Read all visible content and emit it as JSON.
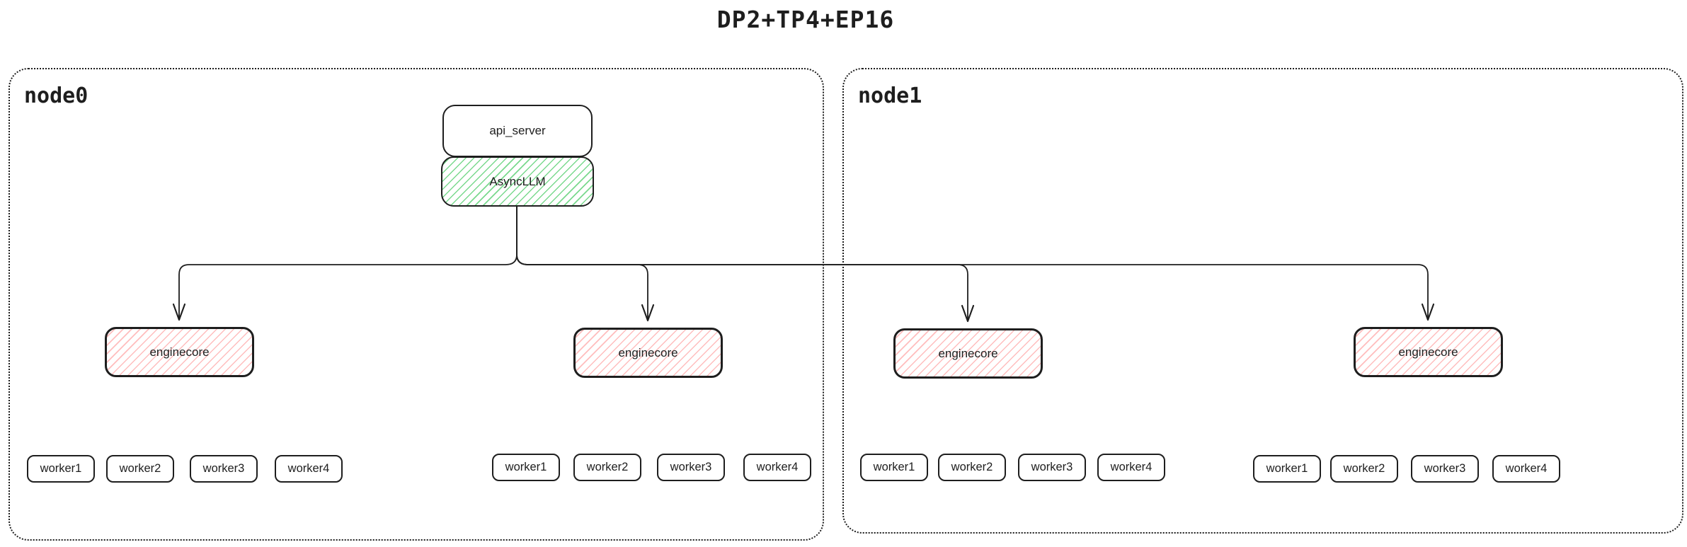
{
  "title": "DP2+TP4+EP16",
  "colors": {
    "stroke": "#1e1e1e",
    "background": "#ffffff",
    "async_llm_hatch": "#7ad98e",
    "enginecore_hatch": "#ffbdbd"
  },
  "api_server_label": "api_server",
  "async_llm_label": "AsyncLLM",
  "nodes": [
    {
      "label": "node0",
      "enginecores": [
        {
          "label": "enginecore",
          "workers": [
            "worker1",
            "worker2",
            "worker3",
            "worker4"
          ]
        },
        {
          "label": "enginecore",
          "workers": [
            "worker1",
            "worker2",
            "worker3",
            "worker4"
          ]
        }
      ]
    },
    {
      "label": "node1",
      "enginecores": [
        {
          "label": "enginecore",
          "workers": [
            "worker1",
            "worker2",
            "worker3",
            "worker4"
          ]
        },
        {
          "label": "enginecore",
          "workers": [
            "worker1",
            "worker2",
            "worker3",
            "worker4"
          ]
        }
      ]
    }
  ]
}
